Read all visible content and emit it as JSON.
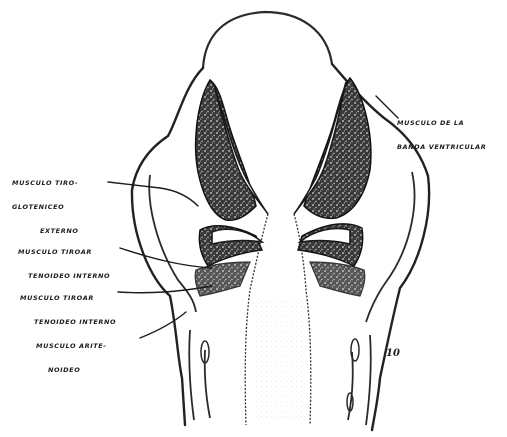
{
  "figure": {
    "labels": [
      {
        "line1": "MUSCULO TIRO-",
        "line2": "GLOTENICEO",
        "line3": "EXTERNO"
      },
      {
        "line1": "MUSCULO DE LA",
        "line2": "BANDA VENTRICULAR",
        "line3": ""
      },
      {
        "line1": "MUSCULO TIROAR",
        "line2": "TENOIDEO INTERNO",
        "line3": ""
      },
      {
        "line1": "MUSCULO TIROAR",
        "line2": "TENOIDEO INTERNO",
        "line3": ""
      },
      {
        "line1": "MUSCULO ARITE-",
        "line2": "NOIDEO",
        "line3": ""
      }
    ],
    "signature": "10"
  }
}
